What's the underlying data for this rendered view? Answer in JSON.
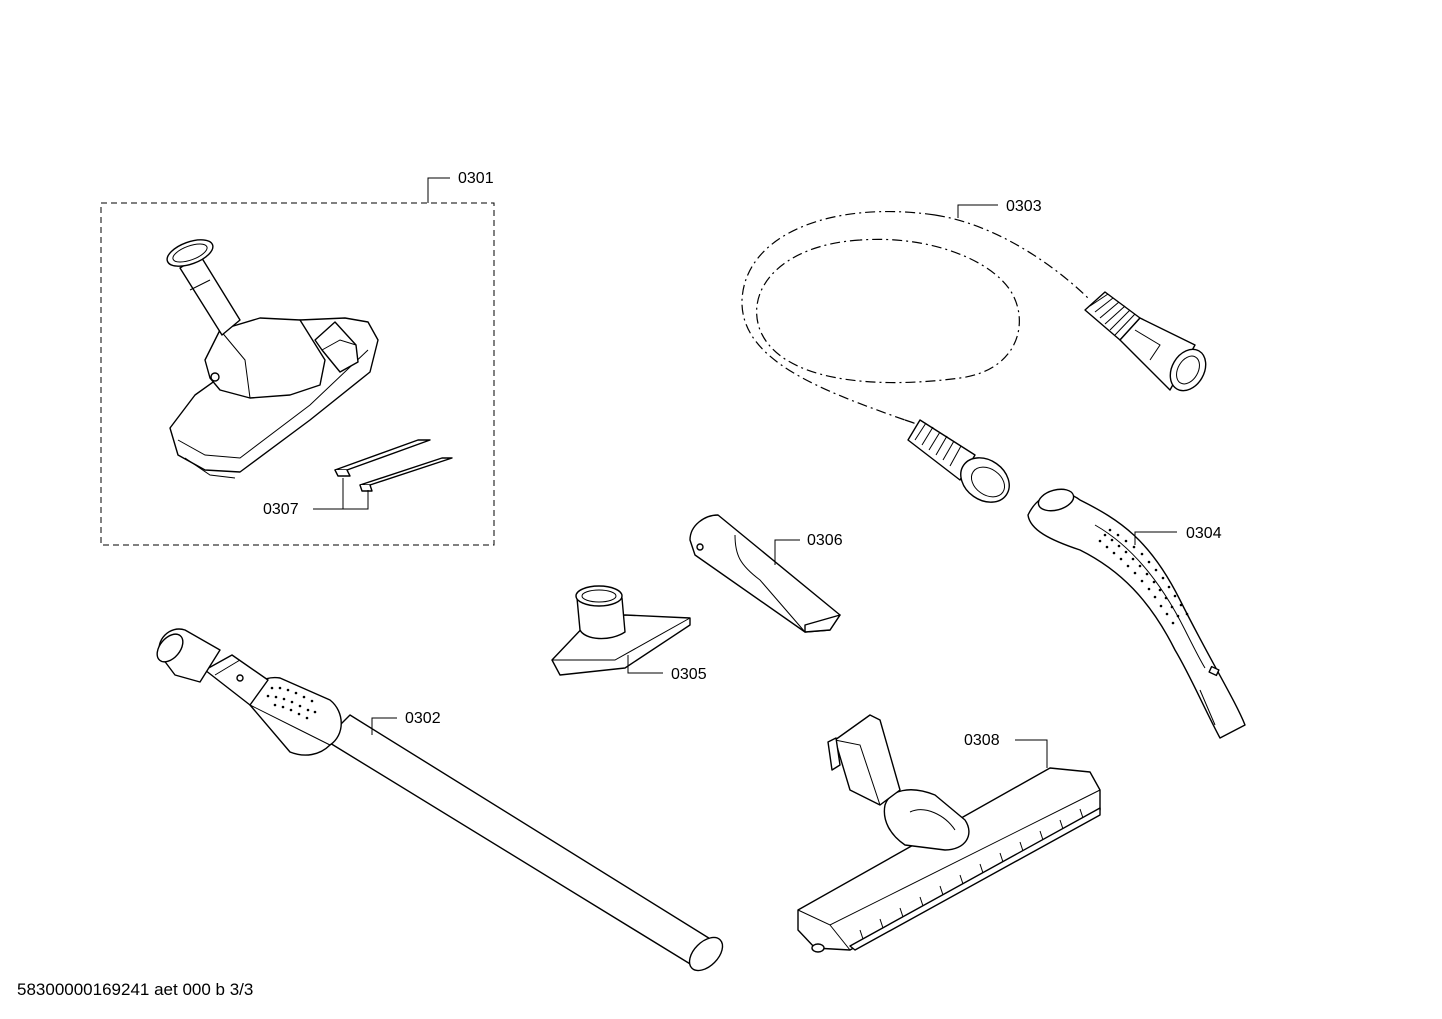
{
  "parts": {
    "p0301": "0301",
    "p0302": "0302",
    "p0303": "0303",
    "p0304": "0304",
    "p0305": "0305",
    "p0306": "0306",
    "p0307": "0307",
    "p0308": "0308"
  },
  "footer": "58300000169241 aet 000 b 3/3"
}
